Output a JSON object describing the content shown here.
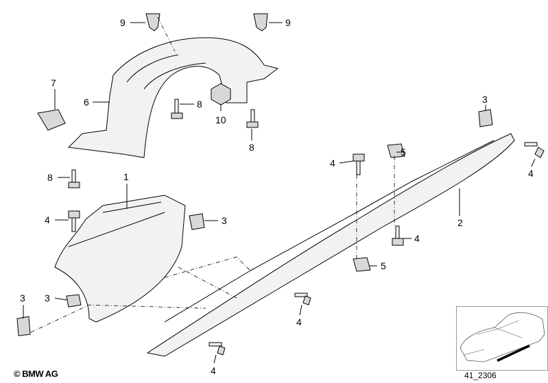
{
  "callouts": [
    {
      "id": "9a",
      "label": "9"
    },
    {
      "id": "9b",
      "label": "9"
    },
    {
      "id": "7",
      "label": "7"
    },
    {
      "id": "6",
      "label": "6"
    },
    {
      "id": "8a",
      "label": "8"
    },
    {
      "id": "10",
      "label": "10"
    },
    {
      "id": "8b",
      "label": "8"
    },
    {
      "id": "8c",
      "label": "8"
    },
    {
      "id": "1",
      "label": "1"
    },
    {
      "id": "4a",
      "label": "4"
    },
    {
      "id": "3a",
      "label": "3"
    },
    {
      "id": "3b",
      "label": "3"
    },
    {
      "id": "5a",
      "label": "5"
    },
    {
      "id": "4b",
      "label": "4"
    },
    {
      "id": "4c",
      "label": "4"
    },
    {
      "id": "2",
      "label": "2"
    },
    {
      "id": "4d",
      "label": "4"
    },
    {
      "id": "5b",
      "label": "5"
    },
    {
      "id": "3c",
      "label": "3"
    },
    {
      "id": "3d",
      "label": "3"
    },
    {
      "id": "4e",
      "label": "4"
    },
    {
      "id": "4f",
      "label": "4"
    }
  ],
  "copyright": "© BMW AG",
  "diagram_id": "41_2306"
}
